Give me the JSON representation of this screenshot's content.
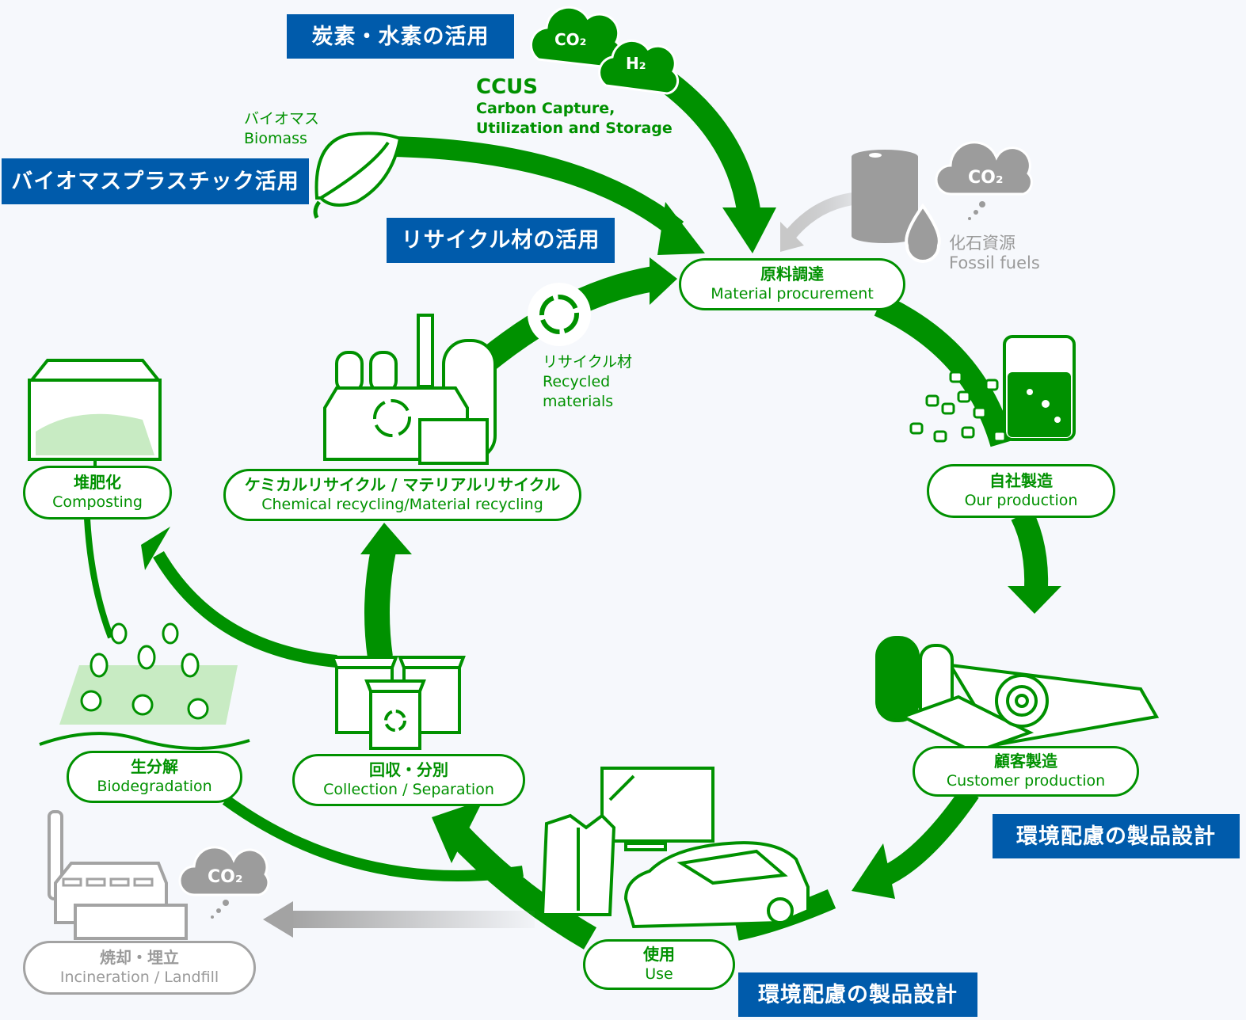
{
  "colors": {
    "green": "#009100",
    "light_green": "#c8ebc3",
    "blue_tag": "#005bab",
    "grey": "#a3a3a3",
    "background": "#f6f8fc"
  },
  "tags": {
    "carbon_hydrogen": "炭素・水素の活用",
    "biomass_plastic": "バイオマスプラスチック活用",
    "recycled_material": "リサイクル材の活用",
    "eco_design_right": "環境配慮の製品設計",
    "eco_design_bottom": "環境配慮の製品設計"
  },
  "sources": {
    "ccus": {
      "title": "CCUS",
      "line1": "Carbon Capture,",
      "line2": "Utilization and Storage",
      "cloud_co2": "CO₂",
      "cloud_h2": "H₂"
    },
    "biomass": {
      "jp": "バイオマス",
      "en": "Biomass"
    },
    "recycled": {
      "jp": "リサイクル材",
      "en1": "Recycled",
      "en2": "materials"
    },
    "fossil": {
      "jp": "化石資源",
      "en": "Fossil fuels",
      "cloud_co2": "CO₂"
    }
  },
  "stages": {
    "procurement": {
      "jp": "原料調達",
      "en": "Material procurement"
    },
    "our_production": {
      "jp": "自社製造",
      "en": "Our production"
    },
    "customer_production": {
      "jp": "顧客製造",
      "en": "Customer production"
    },
    "use": {
      "jp": "使用",
      "en": "Use"
    },
    "collection": {
      "jp": "回収・分別",
      "en": "Collection / Separation"
    },
    "recycling": {
      "jp": "ケミカルリサイクル / マテリアルリサイクル",
      "en": "Chemical recycling/Material recycling"
    },
    "composting": {
      "jp": "堆肥化",
      "en": "Composting"
    },
    "biodegradation": {
      "jp": "生分解",
      "en": "Biodegradation"
    },
    "incineration": {
      "jp": "焼却・埋立",
      "en": "Incineration / Landfill",
      "cloud_co2": "CO₂"
    }
  }
}
